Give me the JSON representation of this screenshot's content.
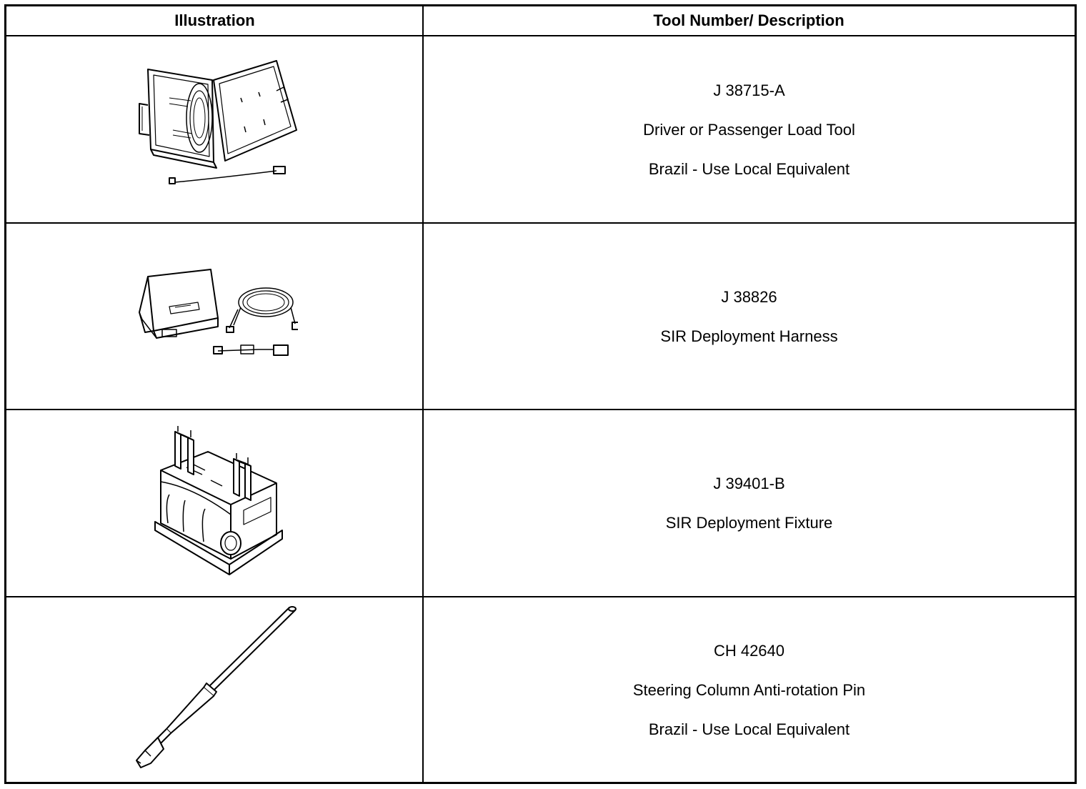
{
  "table": {
    "headers": {
      "illustration": "Illustration",
      "tool_description": "Tool Number/ Description"
    },
    "rows": [
      {
        "tool_number": "J 38715-A",
        "description": "Driver or Passenger Load Tool",
        "note": "Brazil - Use Local Equivalent",
        "illustration_icon": "load-tool-case-icon"
      },
      {
        "tool_number": "J 38826",
        "description": "SIR Deployment Harness",
        "note": "",
        "illustration_icon": "deployment-harness-icon"
      },
      {
        "tool_number": "J 39401-B",
        "description": "SIR Deployment Fixture",
        "note": "",
        "illustration_icon": "deployment-fixture-icon"
      },
      {
        "tool_number": "CH 42640",
        "description": "Steering Column Anti-rotation Pin",
        "note": "Brazil - Use Local Equivalent",
        "illustration_icon": "anti-rotation-pin-icon"
      }
    ]
  }
}
